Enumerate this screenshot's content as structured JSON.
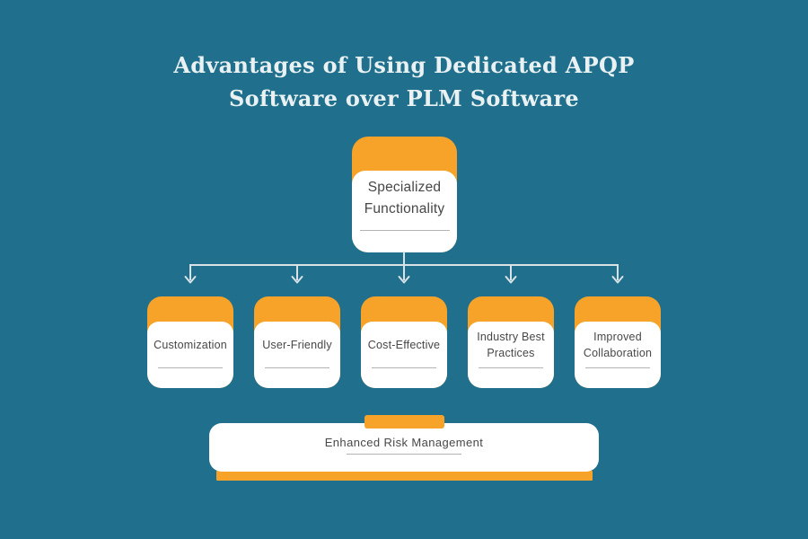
{
  "title": {
    "line1": "Advantages of Using Dedicated APQP",
    "line2": "Software over PLM Software"
  },
  "root": {
    "label": "Specialized Functionality"
  },
  "advantages": [
    {
      "label": "Customization"
    },
    {
      "label": "User-Friendly"
    },
    {
      "label": "Cost-Effective"
    },
    {
      "label": "Industry Best Practices"
    },
    {
      "label": "Improved Collaboration"
    }
  ],
  "footer": {
    "label": "Enhanced Risk Management"
  },
  "colors": {
    "background": "#20708D",
    "accent_orange": "#F7A228",
    "card_white": "#FFFFFF",
    "text_dark": "#474747",
    "title_text": "#E9F1F3",
    "connector": "#D9E3E7",
    "underline": "#B3B3B3"
  }
}
